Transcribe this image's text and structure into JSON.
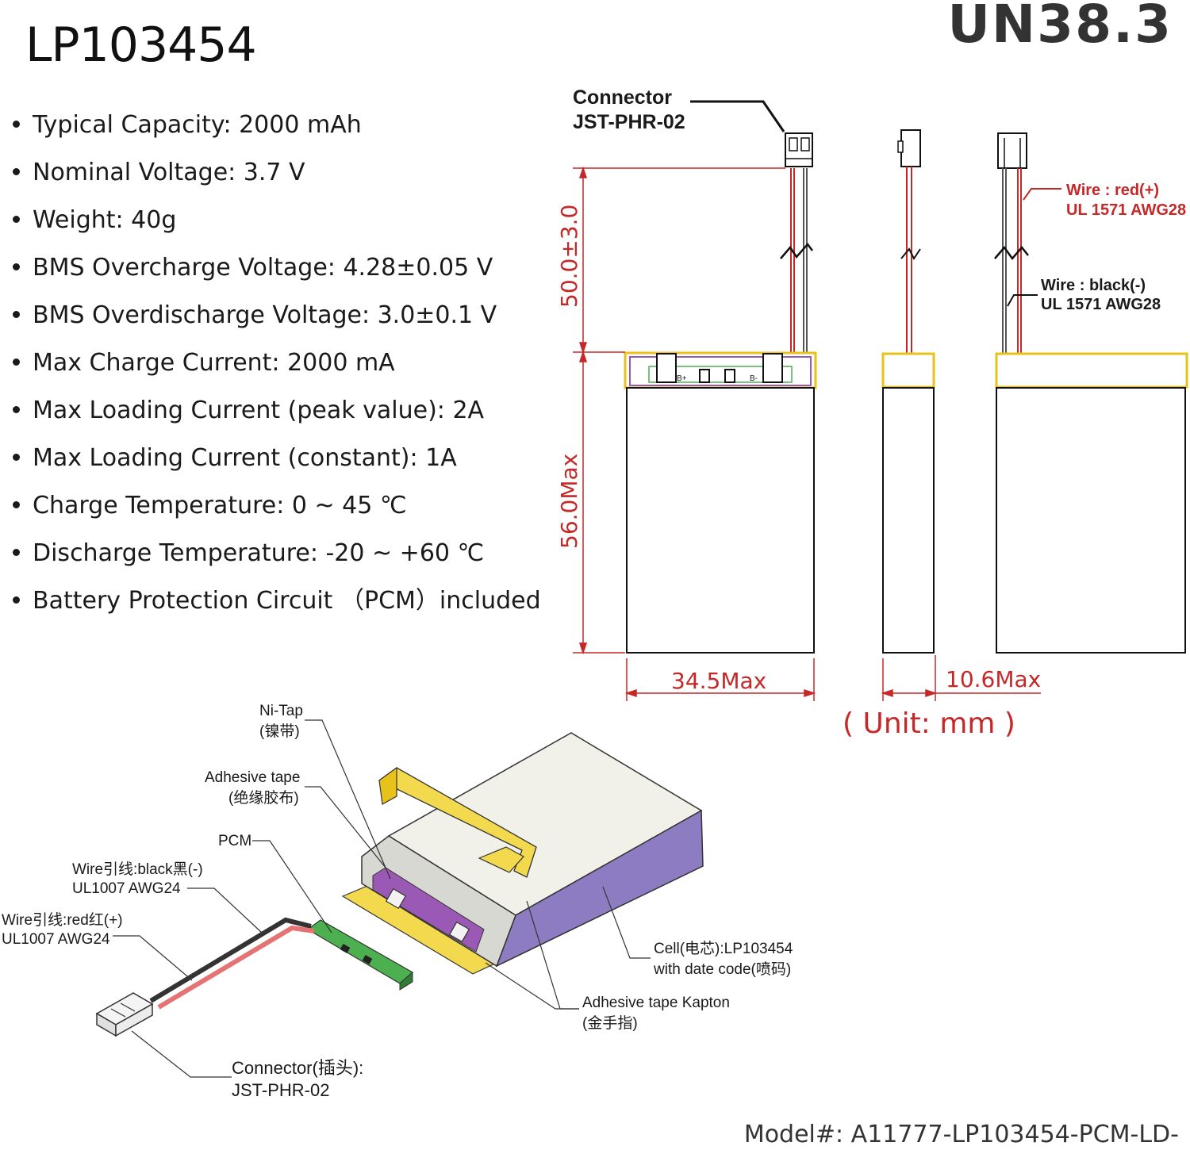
{
  "header": {
    "model_title": "LP103454",
    "certification": "UN38.3"
  },
  "specs": [
    "Typical Capacity: 2000 mAh",
    "Nominal Voltage: 3.7 V",
    "Weight: 40g",
    "BMS Overcharge Voltage: 4.28±0.05 V",
    "BMS Overdischarge Voltage: 3.0±0.1 V",
    "Max Charge Current: 2000 mA",
    "Max Loading Current (peak value): 2A",
    "Max Loading Current (constant): 1A",
    "Charge Temperature: 0 ~ 45 ℃",
    "Discharge Temperature: -20 ~ +60 ℃",
    "Battery Protection Circuit （PCM）included"
  ],
  "drawing": {
    "connector_label_1": "Connector",
    "connector_label_2": "JST-PHR-02",
    "wire_lead_dim": "50.0±3.0",
    "height_dim": "56.0Max",
    "width_dim": "34.5Max",
    "thickness_dim": "10.6Max",
    "red_wire_1": "Wire : red(+)",
    "red_wire_2": "UL 1571 AWG28",
    "black_wire_1": "Wire : black(-)",
    "black_wire_2": "UL 1571 AWG28",
    "pcb_bplus": "B+",
    "pcb_bminus": "B-",
    "unit_note": "( Unit: mm )"
  },
  "exploded": {
    "ni_tap_1": "Ni-Tap",
    "ni_tap_2": "(镍带)",
    "adhesive_1": "Adhesive tape",
    "adhesive_2": "(绝缘胶布)",
    "pcm": "PCM",
    "black_wire_1": "Wire引线:black黑(-)",
    "black_wire_2": "UL1007 AWG24",
    "red_wire_1": "Wire引线:red红(+)",
    "red_wire_2": "UL1007 AWG24",
    "cell_1": "Cell(电芯):LP103454",
    "cell_2": "with date code(喷码)",
    "kapton_1": "Adhesive tape Kapton",
    "kapton_2": "(金手指)",
    "connector_1": "Connector(插头):",
    "connector_2": "JST-PHR-02"
  },
  "footer": {
    "model_number": "Model#: A11777-LP103454-PCM-LD-"
  },
  "colors": {
    "dimension_red": "#c62828",
    "pcb_outline_yellow": "#e8c21a",
    "pcb_purple": "#9b59b6",
    "cell_purple": "#8e7cc3",
    "tape_yellow": "#f2d94e",
    "pcm_green": "#4caf50"
  }
}
